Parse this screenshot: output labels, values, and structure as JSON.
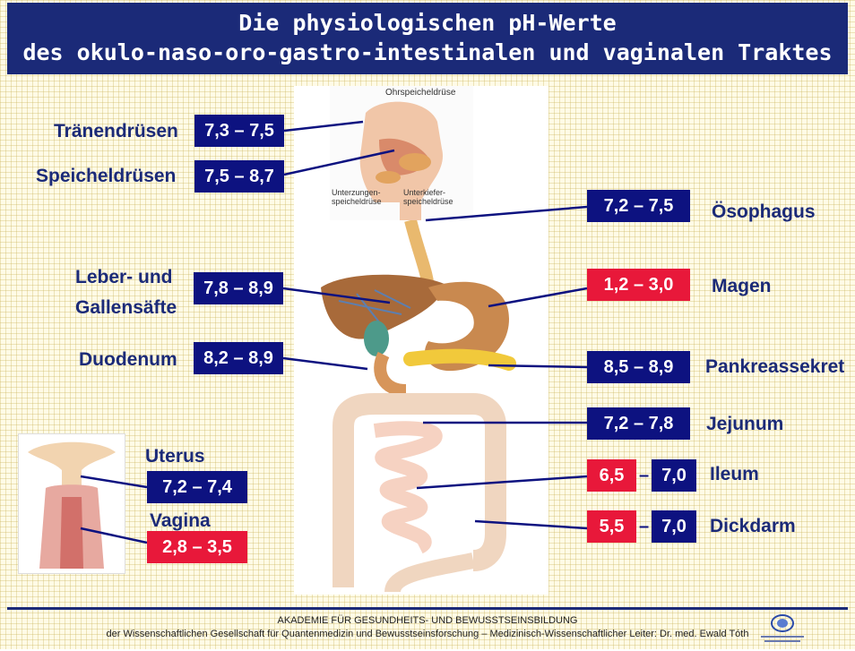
{
  "title": {
    "line1": "Die physiologischen pH-Werte",
    "line2": "des okulo-naso-oro-gastro-intestinalen und vaginalen Traktes"
  },
  "items": [
    {
      "label": "Tränendrüsen",
      "value": "7,3 – 7,5",
      "color": "#0d1280"
    },
    {
      "label": "Speicheldrüsen",
      "value": "7,5 – 8,7",
      "color": "#0d1280"
    },
    {
      "label": "Ösophagus",
      "value": "7,2 – 7,5",
      "color": "#0d1280"
    },
    {
      "label_line1": "Leber- und",
      "label_line2": "Gallensäfte",
      "value": "7,8 – 8,9",
      "color": "#0d1280"
    },
    {
      "label": "Magen",
      "value": "1,2 – 3,0",
      "color": "#e8183a"
    },
    {
      "label": "Duodenum",
      "value": "8,2 – 8,9",
      "color": "#0d1280"
    },
    {
      "label": "Pankreassekret",
      "value": "8,5 – 8,9",
      "color": "#0d1280"
    },
    {
      "label": "Jejunum",
      "value": "7,2 – 7,8",
      "color": "#0d1280"
    },
    {
      "label": "Ileum",
      "value_low": "6,5",
      "dash": "–",
      "value_high": "7,0",
      "low_color": "#e8183a",
      "high_color": "#0d1280"
    },
    {
      "label": "Dickdarm",
      "value_low": "5,5",
      "dash": "–",
      "value_high": "7,0",
      "low_color": "#e8183a",
      "high_color": "#0d1280"
    },
    {
      "label": "Uterus",
      "value": "7,2 – 7,4",
      "color": "#0d1280"
    },
    {
      "label": "Vagina",
      "value": "2,8 – 3,5",
      "color": "#e8183a"
    }
  ],
  "image_labels": {
    "ohrspeicheldruese": "Ohrspeicheldrüse",
    "unterzungen_1": "Unterzungen-",
    "unterzungen_2": "speicheldrüse",
    "unterkiefer_1": "Unterkiefer-",
    "unterkiefer_2": "speicheldrüse"
  },
  "footer": {
    "line1": "AKADEMIE FÜR GESUNDHEITS- UND BEWUSSTSEINSBILDUNG",
    "line2": "der Wissenschaftlichen Gesellschaft für Quantenmedizin und Bewusstseinsforschung – Medizinisch-Wissenschaftlicher Leiter: Dr. med. Ewald Tóth"
  },
  "colors": {
    "title_bg": "#1b2a78",
    "label_text": "#1b2a78",
    "box_navy": "#0d1280",
    "box_red": "#e8183a"
  }
}
